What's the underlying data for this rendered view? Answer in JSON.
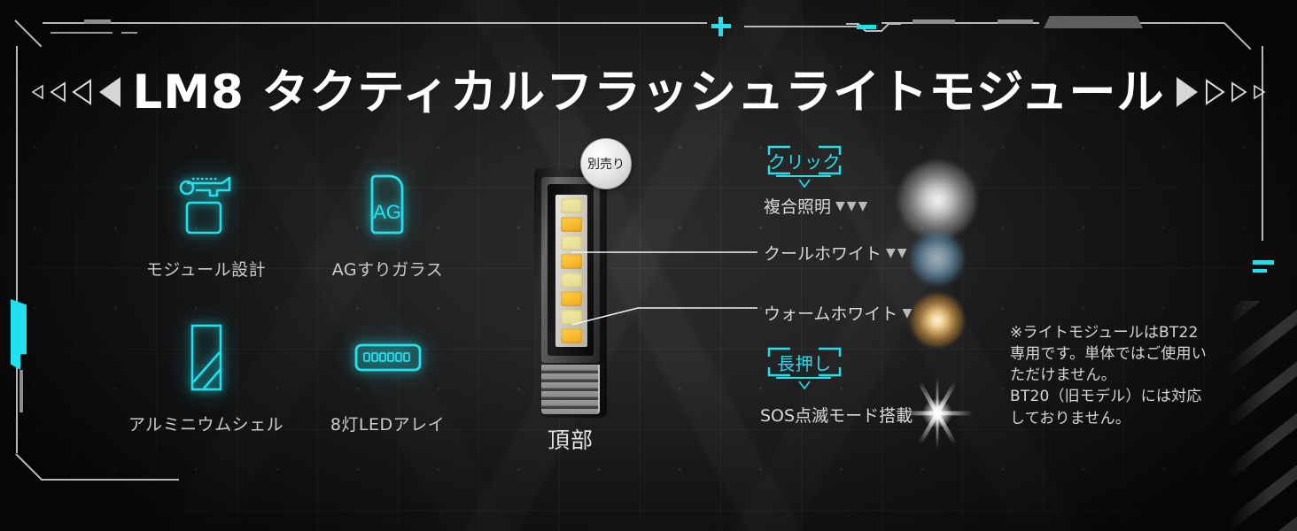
{
  "colors": {
    "cyan": "#22e0ee",
    "title_text": "#ffffff",
    "body_text": "#d5d9dc",
    "background": "#1e1e1e"
  },
  "header": {
    "title": "LM8 タクティカルフラッシュライトモジュール",
    "left_arrows_icon": "triangle-left-arrows",
    "right_arrows_icon": "triangle-right-arrows"
  },
  "hud": {
    "plus_icon": "plus-marker",
    "minus_icon": "minus-marker",
    "equals_icon": "equals-marker",
    "left_tab_icon": "cyan-edge-tab",
    "trapezoid_icon": "hud-trapezoid",
    "stripes_icon": "diagonal-stripes"
  },
  "features": [
    {
      "label": "モジュール設計",
      "icon": "modular-design-icon"
    },
    {
      "label": "AGすりガラス",
      "icon": "ag-glass-icon",
      "icon_text": "AG"
    },
    {
      "label": "アルミニウムシェル",
      "icon": "aluminium-shell-icon"
    },
    {
      "label": "8灯LEDアレイ",
      "icon": "led-array-icon"
    }
  ],
  "product": {
    "caption": "頂部",
    "badge": "別売り",
    "led_count": 8,
    "led_types": [
      "cool",
      "warm",
      "cool",
      "warm",
      "cool",
      "warm",
      "cool",
      "warm"
    ]
  },
  "modes": {
    "click_hint": "クリック",
    "hold_hint": "長押し",
    "items": [
      {
        "label": "複合照明",
        "carets": "▼▼▼",
        "glow": "white-glow"
      },
      {
        "label": "クールホワイト",
        "carets": "▼▼",
        "glow": "cool-white-glow"
      },
      {
        "label": "ウォームホワイト",
        "carets": "▼",
        "glow": "warm-white-glow"
      }
    ],
    "sos": {
      "label": "SOS点滅モード搭載",
      "glow": "sos-star-flare"
    }
  },
  "note": "※ライトモジュールはBT22\n専用です。単体ではご使用い\nただけません。\nBT20（旧モデル）には対応\nしておりません。"
}
